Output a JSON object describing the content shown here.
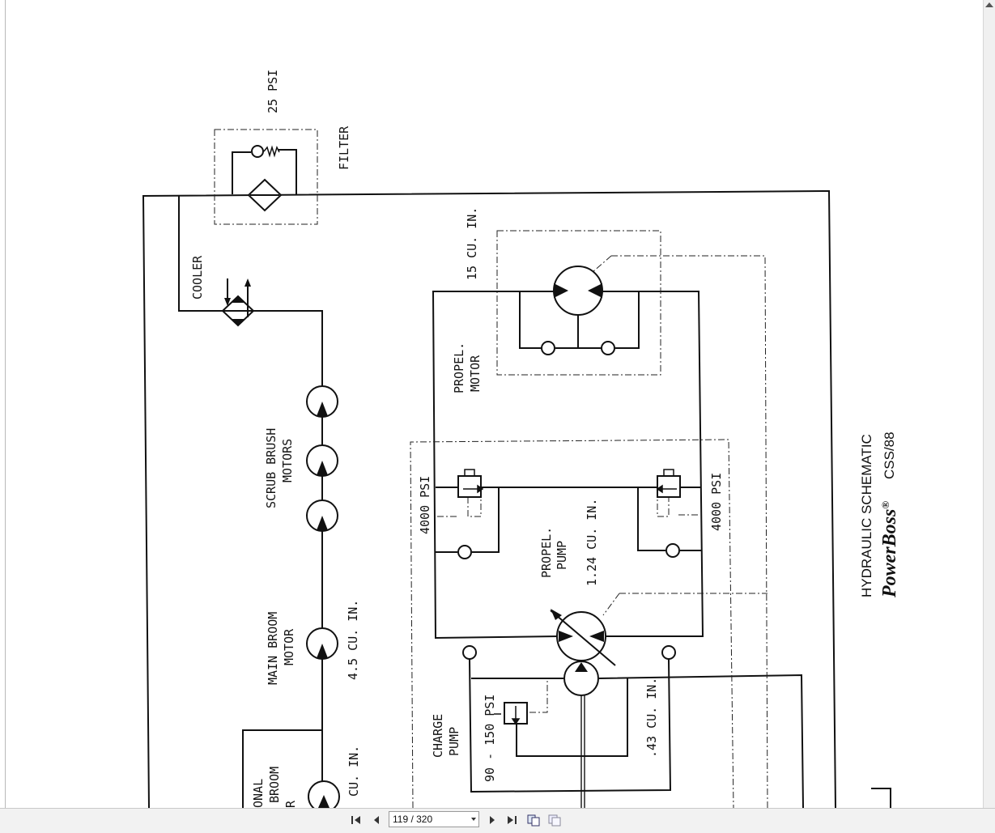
{
  "schematic": {
    "title": "HYDRAULIC SCHEMATIC",
    "brand": "PowerBoss",
    "brand_mark": "®",
    "model": "CSS/88",
    "labels": {
      "filter_psi": "25 PSI",
      "filter": "FILTER",
      "cooler": "COOLER",
      "motor_cu_in": "15 CU. IN.",
      "propel_motor_1": "PROPEL.",
      "propel_motor_2": "MOTOR",
      "scrub_1": "SCRUB BRUSH",
      "scrub_2": "MOTORS",
      "relief_left": "4000 PSI",
      "relief_right": "4000 PSI",
      "propel_pump_1": "PROPEL.",
      "propel_pump_2": "PUMP",
      "pump_cu_in": "1.24 CU. IN.",
      "main_broom_1": "MAIN BROOM",
      "main_broom_2": "MOTOR",
      "main_broom_cu_in": "4.5 CU. IN.",
      "side_broom_1": "ONAL",
      "side_broom_2": "BROOM",
      "side_broom_3": "R",
      "side_broom_cu_in": "CU. IN.",
      "charge_1": "CHARGE",
      "charge_2": "PUMP",
      "charge_psi": "90 - 150 PSI",
      "charge_cu_in": ".43 CU. IN."
    }
  },
  "toolbar": {
    "page_value": "119 / 320",
    "icons": [
      "first-page-icon",
      "prev-page-icon",
      "next-page-icon",
      "last-page-icon",
      "copy-page-icon",
      "page-layout-icon"
    ]
  }
}
